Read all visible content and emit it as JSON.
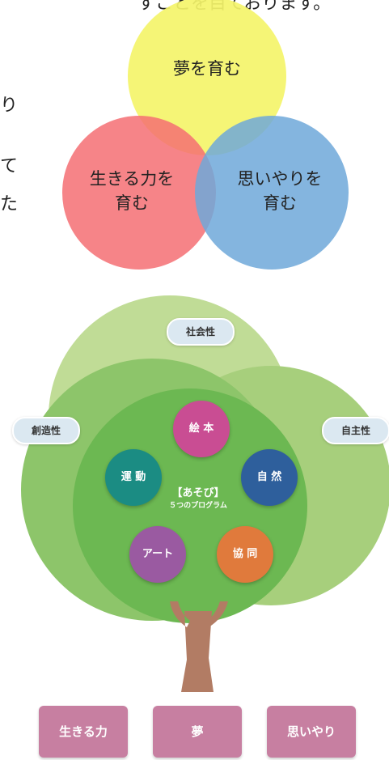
{
  "text_fragments": {
    "top_line": "すことを目ております。",
    "mid_right_1": "り",
    "mid_right_2": "て",
    "mid_right_3": "た"
  },
  "venn": {
    "top": "夢を育む",
    "left_line1": "生きる力を",
    "left_line2": "育む",
    "right_line1": "思いやりを",
    "right_line2": "育む",
    "colors": {
      "top": "#f4f46a",
      "left": "#f56f73",
      "right": "#6ea8d9"
    }
  },
  "tree": {
    "labels": {
      "social": "社会性",
      "creative": "創造性",
      "independent": "自主性"
    },
    "center_title": "【あそび】",
    "center_subtitle": "５つのプログラム",
    "programs": [
      {
        "label": "絵 本",
        "color": "#c94d93"
      },
      {
        "label": "運 動",
        "color": "#1b8c83"
      },
      {
        "label": "自 然",
        "color": "#2e5f9c"
      },
      {
        "label": "アート",
        "color": "#9a5aa1"
      },
      {
        "label": "協 同",
        "color": "#e07a3c"
      }
    ],
    "roots": [
      "生きる力",
      "夢",
      "思いやり"
    ]
  }
}
